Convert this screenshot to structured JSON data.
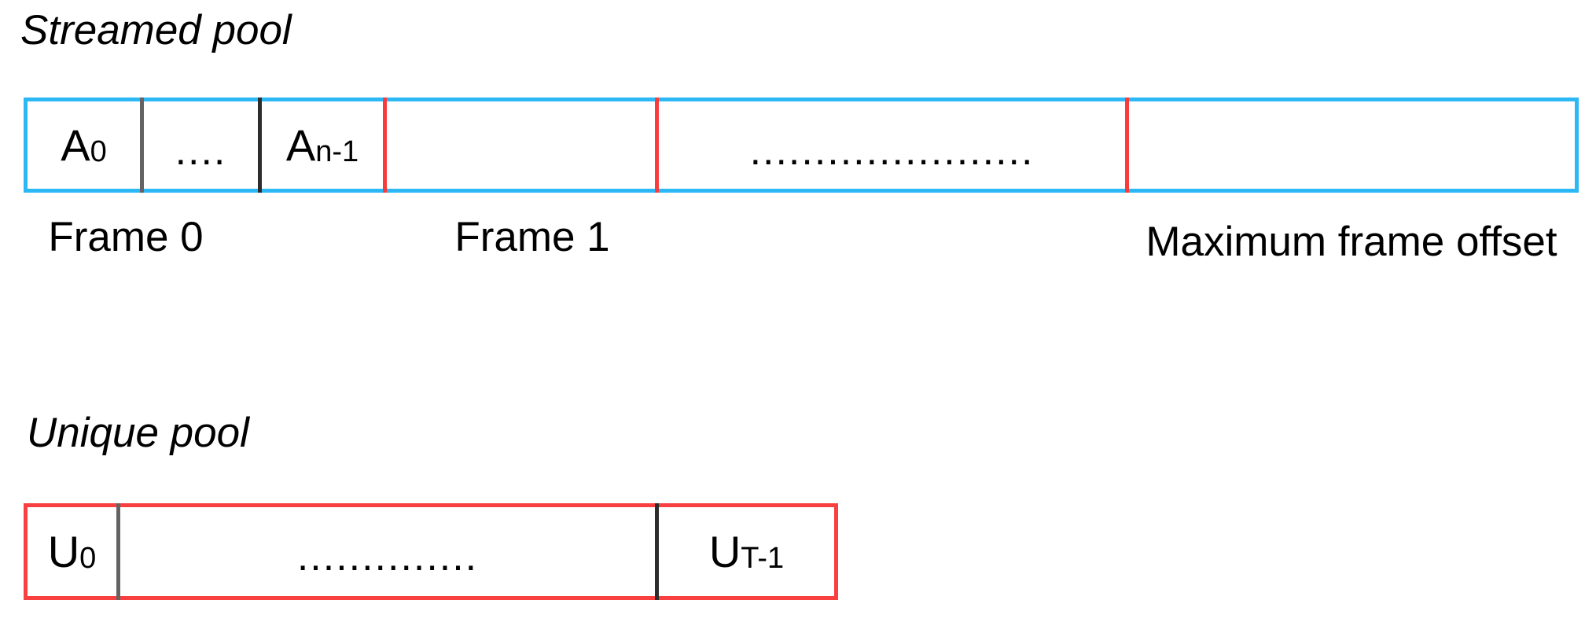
{
  "diagram": {
    "title_streamed": "Streamed pool",
    "title_unique": "Unique pool",
    "colors": {
      "streamed_border": "#2bb8f5",
      "unique_border": "#f94040",
      "frame_divider": "#fb3b3b",
      "cell_divider": "#636363",
      "text": "#000000"
    }
  },
  "streamed_pool": {
    "heading": "Streamed pool",
    "cells": [
      {
        "label": "A",
        "subscript": "0",
        "full": "A0"
      },
      {
        "label": "....",
        "subscript": "",
        "full": "...."
      },
      {
        "label": "A",
        "subscript": "n-1",
        "full": "An-1"
      },
      {
        "label": "......................",
        "subscript": "",
        "full": "......................"
      }
    ],
    "captions": [
      "Frame 0",
      "Frame 1",
      "Maximum frame offset"
    ]
  },
  "unique_pool": {
    "heading": "Unique pool",
    "cells": [
      {
        "label": "U",
        "subscript": "0",
        "full": "U0"
      },
      {
        "label": "..............",
        "subscript": "",
        "full": ".............."
      },
      {
        "label": "U",
        "subscript": "T-1",
        "full": "UT-1"
      }
    ]
  }
}
